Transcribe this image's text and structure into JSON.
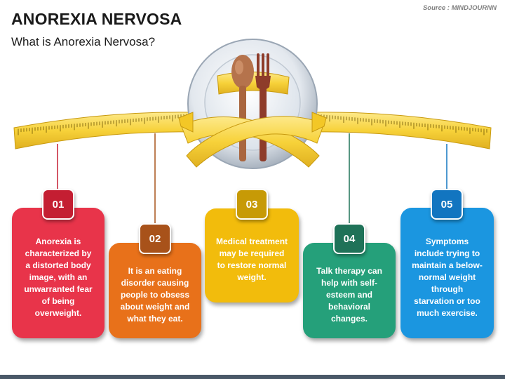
{
  "header": {
    "title": "ANOREXIA NERVOSA",
    "subtitle": "What is Anorexia Nervosa?",
    "source": "Source : MINDJOURNN"
  },
  "items": [
    {
      "number": "01",
      "text": "Anorexia is characterized by a distorted body image, with an unwarranted fear of being overweight.",
      "color": "#e8344a",
      "badge_color": "#c41e32"
    },
    {
      "number": "02",
      "text": "It is an eating disorder causing people to obsess about weight and what they eat.",
      "color": "#e8711a",
      "badge_color": "#a8521a"
    },
    {
      "number": "03",
      "text": "Medical treatment may be required to restore normal weight.",
      "color": "#f2bc0c",
      "badge_color": "#c79a06"
    },
    {
      "number": "04",
      "text": "Talk therapy can help with self-esteem and behavioral changes.",
      "color": "#25a07a",
      "badge_color": "#1f7258"
    },
    {
      "number": "05",
      "text": "Symptoms include trying to maintain a below-normal weight through starvation or too much exercise.",
      "color": "#1b96e0",
      "badge_color": "#1275c0"
    }
  ],
  "colors": {
    "tape": "#f7d23a",
    "tape_edge": "#c89a10",
    "plate": "#c9d1db",
    "spoon": "#b0704a",
    "fork": "#8a3a2a"
  },
  "icons": [
    "plate-icon",
    "spoon-icon",
    "fork-icon",
    "measuring-tape-icon"
  ]
}
